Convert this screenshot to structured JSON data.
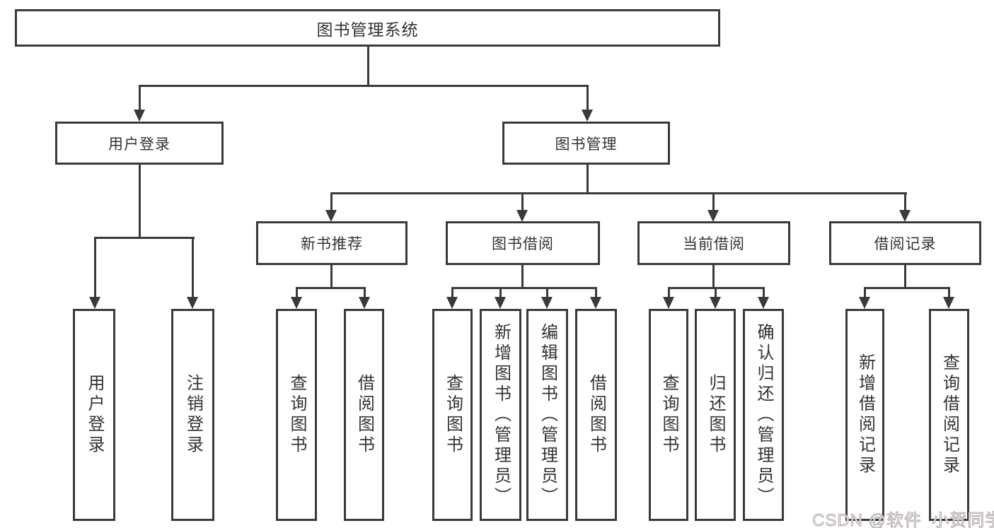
{
  "title": "图书管理系统",
  "nodes": {
    "root": "图书管理系统",
    "l2_user": "用户登录",
    "l2_book": "图书管理",
    "l3_new": "新书推荐",
    "l3_borrow": "图书借阅",
    "l3_current": "当前借阅",
    "l3_records": "借阅记录",
    "g1a": "用户登录",
    "g1b": "注销登录",
    "g2a": "查询图书",
    "g2b": "借阅图书",
    "g3a": "查询图书",
    "g3b": "新增图书（管理员）",
    "g3c": "编辑图书（管理员）",
    "g3d": "借阅图书",
    "g4a": "查询图书",
    "g4b": "归还图书",
    "g4c": "确认归还（管理员）",
    "g5a": "新增借阅记录",
    "g5b": "查询借阅记录"
  },
  "watermark": "CSDN @软件_小贺同学",
  "colors": {
    "line": "#3a3a3a",
    "background": "#ffffff",
    "watermark_fill": "#efe9e9",
    "watermark_stroke": "#b6aeae"
  }
}
